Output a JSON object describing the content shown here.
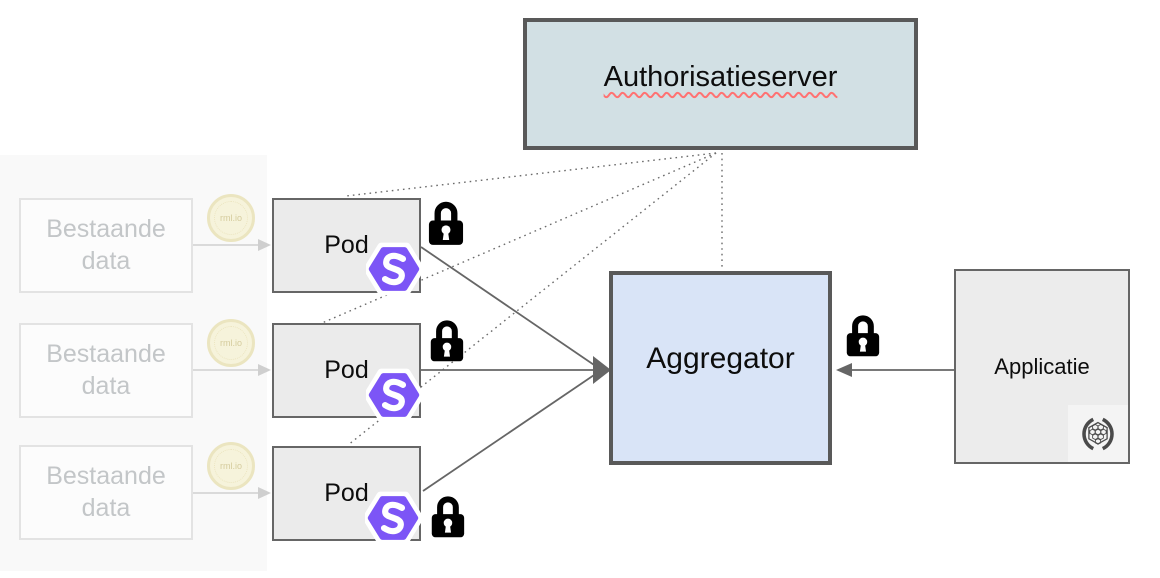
{
  "diagram_type": "architecture-diagram",
  "colors": {
    "auth_fill": "#d2e0e4",
    "agg_fill": "#d9e4f7",
    "pod_fill": "#ebebeb",
    "app_fill": "#ececec",
    "box_border": "#595959",
    "thin_border": "#666666",
    "panel_bg": "#f9f9f9",
    "faded_border": "#e3e3e3",
    "faded_fill": "#fcfcfc",
    "faded_text": "#c3c6c8",
    "solid_purple": "#7c55f6",
    "line_gray": "#666666",
    "dotted_gray": "#6b6b6b",
    "faded_arrow": "#cfcfcf",
    "rml_ring": "#e7dfad",
    "rml_fill": "#f6f1d2",
    "rml_text": "#c9bd7f",
    "lock_color": "#000000",
    "spellcheck_red": "#ff7272",
    "comunica_gray": "#4a4a4a"
  },
  "auth_server": {
    "label": "Authorisatieserver"
  },
  "aggregator": {
    "label": "Aggregator"
  },
  "application": {
    "label": "Applicatie"
  },
  "rows": [
    {
      "source_label": "Bestaande data",
      "pod_label": "Pod",
      "badge_label": "rml.io"
    },
    {
      "source_label": "Bestaande data",
      "pod_label": "Pod",
      "badge_label": "rml.io"
    },
    {
      "source_label": "Bestaande data",
      "pod_label": "Pod",
      "badge_label": "rml.io"
    }
  ],
  "icons": {
    "lock": "padlock-closed",
    "solid": "solid-project-hexagon-s",
    "rml": "rml-io-coin-badge",
    "comunica": "comunica-honeycomb-brackets"
  }
}
